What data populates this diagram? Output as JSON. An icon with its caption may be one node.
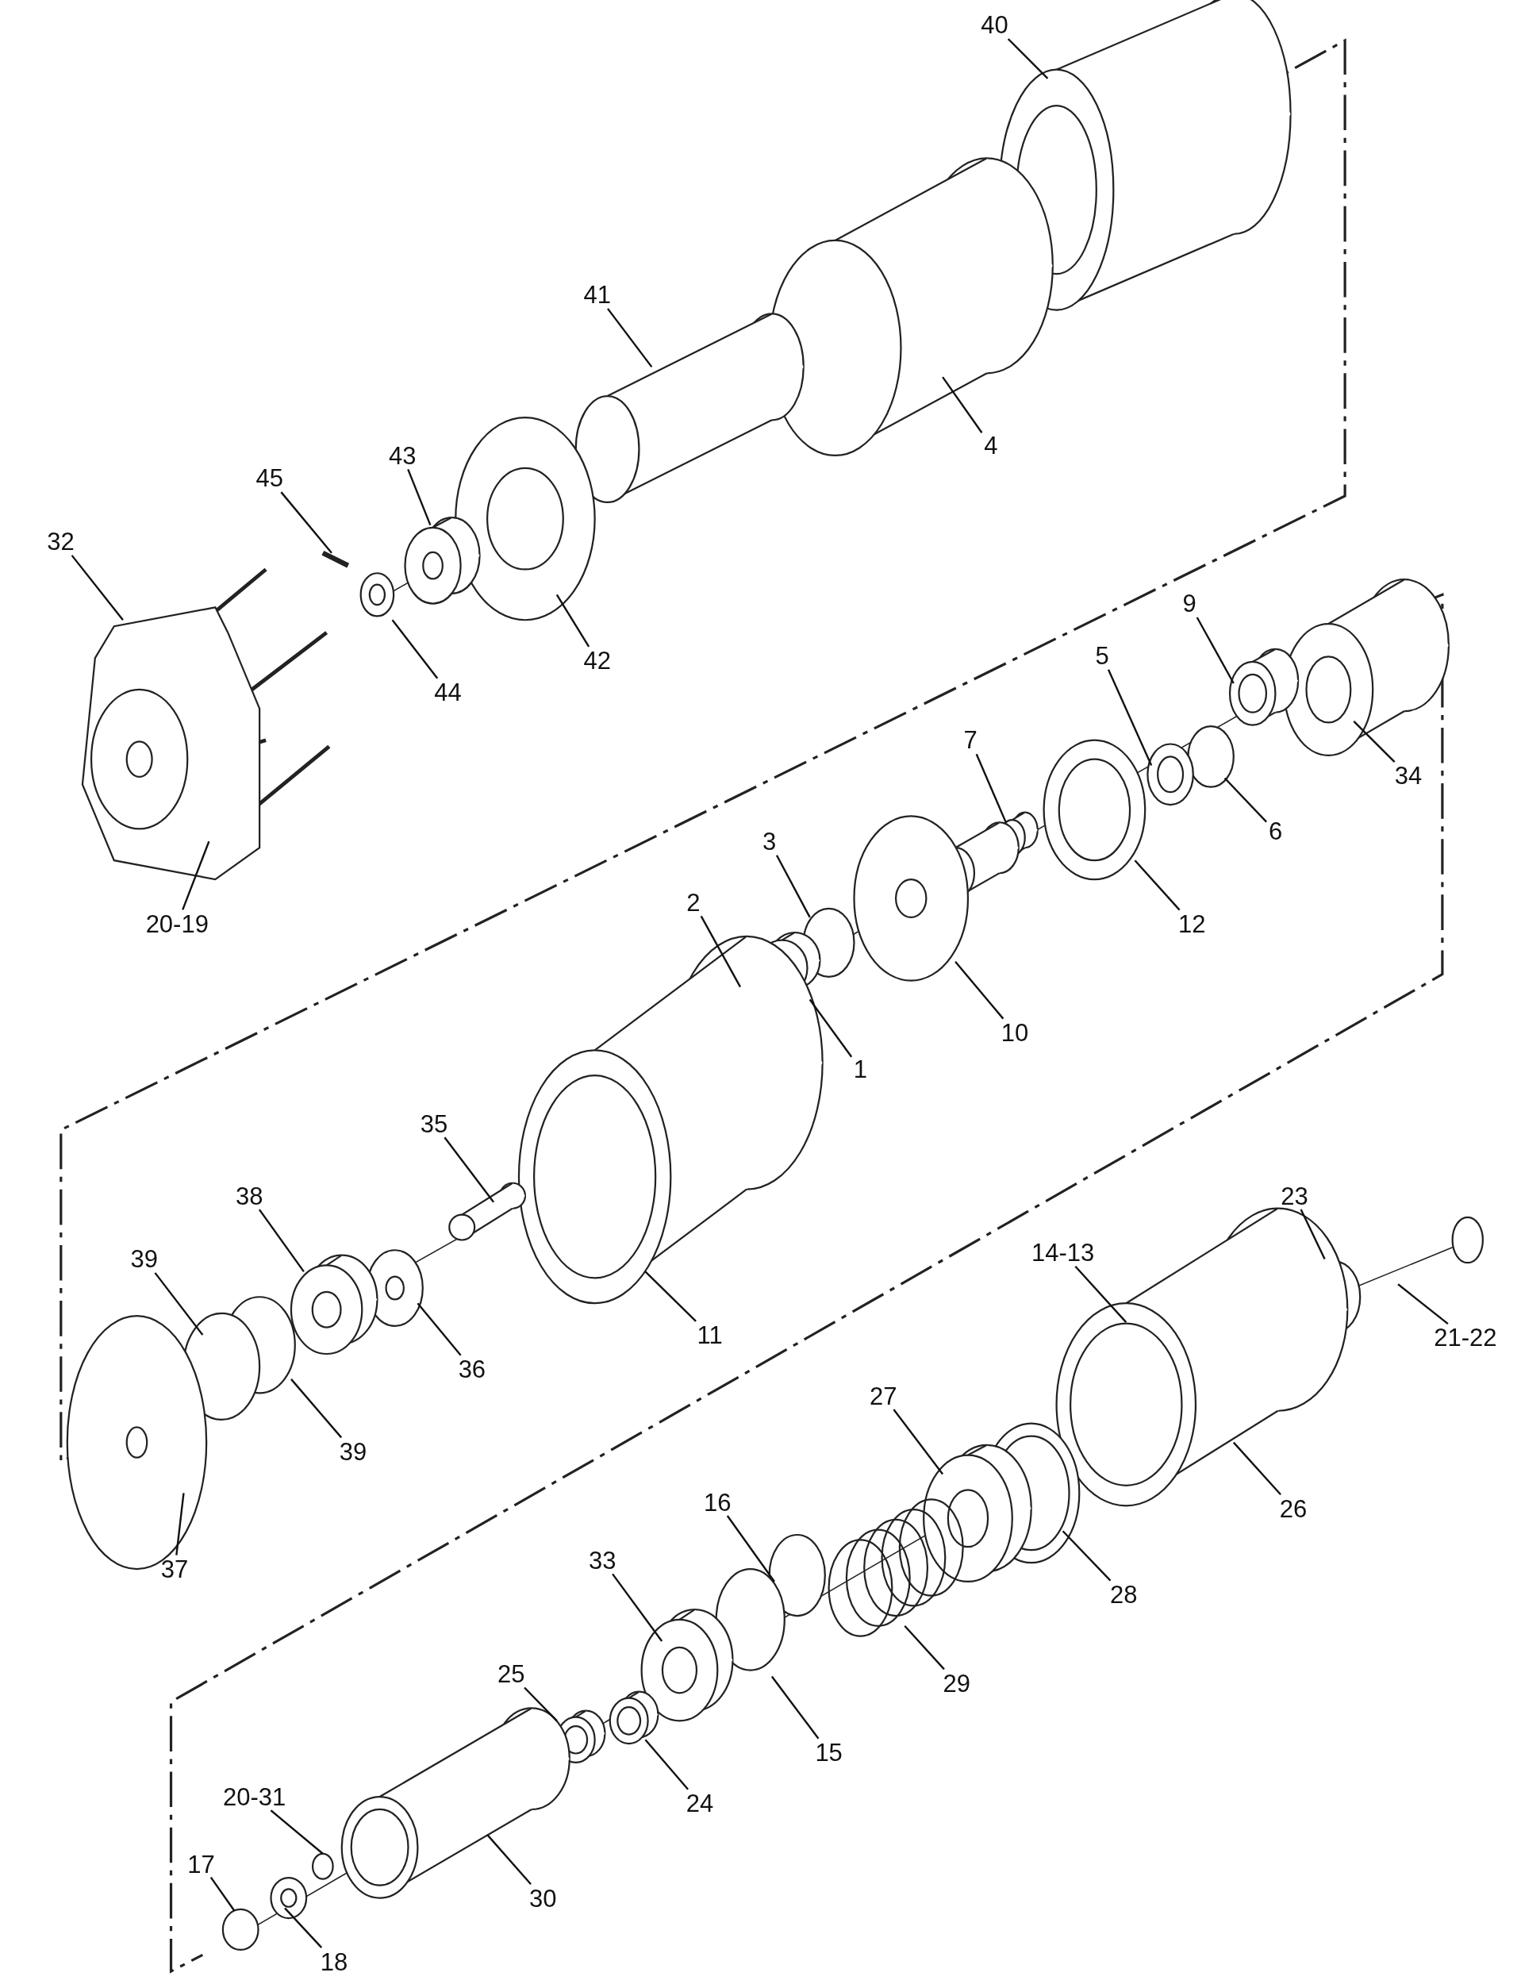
{
  "diagram": {
    "nodes": [
      {
        "text": [
          "40"
        ]
      },
      {
        "text": [
          "41"
        ]
      },
      {
        "text": [
          "4"
        ]
      },
      {
        "text": [
          "45"
        ]
      },
      {
        "text": [
          "43"
        ]
      },
      {
        "text": [
          "32"
        ]
      },
      {
        "text": [
          "42"
        ]
      },
      {
        "text": [
          "44"
        ]
      },
      {
        "text": [
          "9"
        ]
      },
      {
        "text": [
          "5"
        ]
      },
      {
        "text": [
          "34"
        ]
      },
      {
        "text": [
          "7"
        ]
      },
      {
        "text": [
          "6"
        ]
      },
      {
        "text": [
          "3"
        ]
      },
      {
        "text": [
          "20-19"
        ]
      },
      {
        "text": [
          "2"
        ]
      },
      {
        "text": [
          "12"
        ]
      },
      {
        "text": [
          "10"
        ]
      },
      {
        "text": [
          "1"
        ]
      },
      {
        "text": [
          "35"
        ]
      },
      {
        "text": [
          "38"
        ]
      },
      {
        "text": [
          "23"
        ]
      },
      {
        "text": [
          "14-13"
        ]
      },
      {
        "text": [
          "39"
        ]
      },
      {
        "text": [
          "11"
        ]
      },
      {
        "text": [
          "21-22"
        ]
      },
      {
        "text": [
          "36"
        ]
      },
      {
        "text": [
          "27"
        ]
      },
      {
        "text": [
          "39"
        ]
      },
      {
        "text": [
          "16"
        ]
      },
      {
        "text": [
          "26"
        ]
      },
      {
        "text": [
          "33"
        ]
      },
      {
        "text": [
          "37"
        ]
      },
      {
        "text": [
          "28"
        ]
      },
      {
        "text": [
          "25"
        ]
      },
      {
        "text": [
          "29"
        ]
      },
      {
        "text": [
          "15"
        ]
      },
      {
        "text": [
          "20-31"
        ]
      },
      {
        "text": [
          "24"
        ]
      },
      {
        "text": [
          "17"
        ]
      },
      {
        "text": [
          "30"
        ]
      },
      {
        "text": [
          "18"
        ]
      }
    ],
    "edges": [
      {
        "from": 0,
        "to": null,
        "arrow": "none"
      },
      {
        "from": 1,
        "to": null,
        "arrow": "none"
      },
      {
        "from": 2,
        "to": null,
        "arrow": "none"
      },
      {
        "from": 3,
        "to": null,
        "arrow": "none"
      },
      {
        "from": 4,
        "to": null,
        "arrow": "none"
      },
      {
        "from": 5,
        "to": null,
        "arrow": "none"
      },
      {
        "from": 6,
        "to": null,
        "arrow": "none"
      },
      {
        "from": 7,
        "to": null,
        "arrow": "none"
      },
      {
        "from": 8,
        "to": null,
        "arrow": "none"
      },
      {
        "from": 9,
        "to": null,
        "arrow": "none"
      },
      {
        "from": 10,
        "to": null,
        "arrow": "none"
      },
      {
        "from": 11,
        "to": null,
        "arrow": "none"
      },
      {
        "from": 12,
        "to": null,
        "arrow": "none"
      },
      {
        "from": 13,
        "to": null,
        "arrow": "none"
      },
      {
        "from": 14,
        "to": null,
        "arrow": "none"
      },
      {
        "from": 15,
        "to": null,
        "arrow": "none"
      },
      {
        "from": 16,
        "to": null,
        "arrow": "none"
      },
      {
        "from": 17,
        "to": null,
        "arrow": "none"
      },
      {
        "from": 18,
        "to": null,
        "arrow": "none"
      },
      {
        "from": 19,
        "to": null,
        "arrow": "none"
      },
      {
        "from": 20,
        "to": null,
        "arrow": "none"
      },
      {
        "from": 21,
        "to": null,
        "arrow": "none"
      },
      {
        "from": 22,
        "to": null,
        "arrow": "none"
      },
      {
        "from": 23,
        "to": null,
        "arrow": "none"
      },
      {
        "from": 24,
        "to": null,
        "arrow": "none"
      },
      {
        "from": 25,
        "to": null,
        "arrow": "none"
      },
      {
        "from": 26,
        "to": null,
        "arrow": "none"
      },
      {
        "from": 27,
        "to": null,
        "arrow": "none"
      },
      {
        "from": 28,
        "to": null,
        "arrow": "none"
      },
      {
        "from": 29,
        "to": null,
        "arrow": "none"
      },
      {
        "from": 30,
        "to": null,
        "arrow": "none"
      },
      {
        "from": 31,
        "to": null,
        "arrow": "none"
      },
      {
        "from": 32,
        "to": null,
        "arrow": "none"
      },
      {
        "from": 33,
        "to": null,
        "arrow": "none"
      },
      {
        "from": 34,
        "to": null,
        "arrow": "none"
      },
      {
        "from": 35,
        "to": null,
        "arrow": "none"
      },
      {
        "from": 36,
        "to": null,
        "arrow": "none"
      },
      {
        "from": 37,
        "to": null,
        "arrow": "none"
      },
      {
        "from": 38,
        "to": null,
        "arrow": "none"
      },
      {
        "from": 39,
        "to": null,
        "arrow": "none"
      },
      {
        "from": 40,
        "to": null,
        "arrow": "none"
      },
      {
        "from": 41,
        "to": null,
        "arrow": "none"
      }
    ]
  }
}
